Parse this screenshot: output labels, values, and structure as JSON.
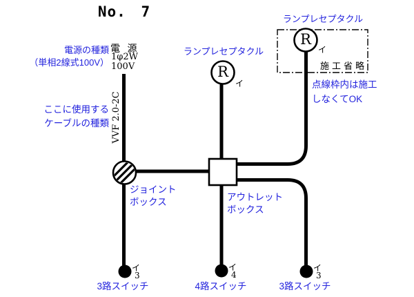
{
  "title": "No. 7",
  "colors": {
    "annotation": "#2222dd",
    "line": "#000000"
  },
  "power_source": {
    "name": "電 源",
    "spec_line1": "1φ2W",
    "spec_line2": "100V",
    "note_line1": "電源の種類",
    "note_line2": "（単相2線式100V）"
  },
  "cable": {
    "label": "VVF 2.0-2C",
    "note_line1": "ここに使用する",
    "note_line2": "ケーブルの種類"
  },
  "joint_box": {
    "label_line1": "ジョイント",
    "label_line2": "ボックス"
  },
  "outlet_box": {
    "label_line1": "アウトレット",
    "label_line2": "ボックス"
  },
  "lamp_center": {
    "symbol": "R",
    "phase": "イ",
    "label": "ランプレセプタクル"
  },
  "lamp_top_right": {
    "symbol": "R",
    "phase": "イ",
    "label": "ランプレセプタクル",
    "omission": "施工省略",
    "note_line1": "点線枠内は施工",
    "note_line2": "しなくてOK"
  },
  "switches": [
    {
      "phase": "イ",
      "number": "3",
      "label": "3路スイッチ"
    },
    {
      "phase": "イ",
      "number": "4",
      "label": "4路スイッチ"
    },
    {
      "phase": "イ",
      "number": "3",
      "label": "3路スイッチ"
    }
  ]
}
